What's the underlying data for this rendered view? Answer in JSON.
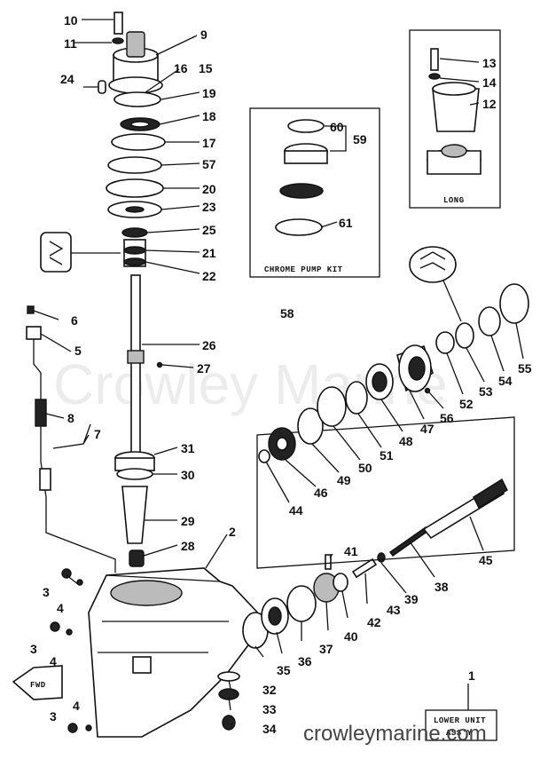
{
  "watermark": "Crowley Marine",
  "site_url": "crowleymarine.com",
  "boxes": {
    "long": "LONG",
    "chrome_pump_kit": "CHROME PUMP KIT",
    "lower_unit_line1": "LOWER UNIT",
    "lower_unit_line2": "ASS'Y",
    "fwd": "FWD"
  },
  "callouts": {
    "n1": "1",
    "n2": "2",
    "n3a": "3",
    "n3b": "3",
    "n3c": "3",
    "n4a": "4",
    "n4b": "4",
    "n4c": "4",
    "n5": "5",
    "n6": "6",
    "n7": "7",
    "n8": "8",
    "n9": "9",
    "n10": "10",
    "n11": "11",
    "n12": "12",
    "n13": "13",
    "n14": "14",
    "n15": "15",
    "n16": "16",
    "n17": "17",
    "n18": "18",
    "n19": "19",
    "n20": "20",
    "n21": "21",
    "n22": "22",
    "n23": "23",
    "n24": "24",
    "n25": "25",
    "n26": "26",
    "n27": "27",
    "n28": "28",
    "n29": "29",
    "n30": "30",
    "n31": "31",
    "n32": "32",
    "n33": "33",
    "n34": "34",
    "n35": "35",
    "n36": "36",
    "n37": "37",
    "n38": "38",
    "n39": "39",
    "n40": "40",
    "n41": "41",
    "n42": "42",
    "n43": "43",
    "n44": "44",
    "n45": "45",
    "n46": "46",
    "n47": "47",
    "n48": "48",
    "n49": "49",
    "n50": "50",
    "n51": "51",
    "n52": "52",
    "n53": "53",
    "n54": "54",
    "n55": "55",
    "n56": "56",
    "n57": "57",
    "n58": "58",
    "n59": "59",
    "n60": "60",
    "n61": "61"
  }
}
